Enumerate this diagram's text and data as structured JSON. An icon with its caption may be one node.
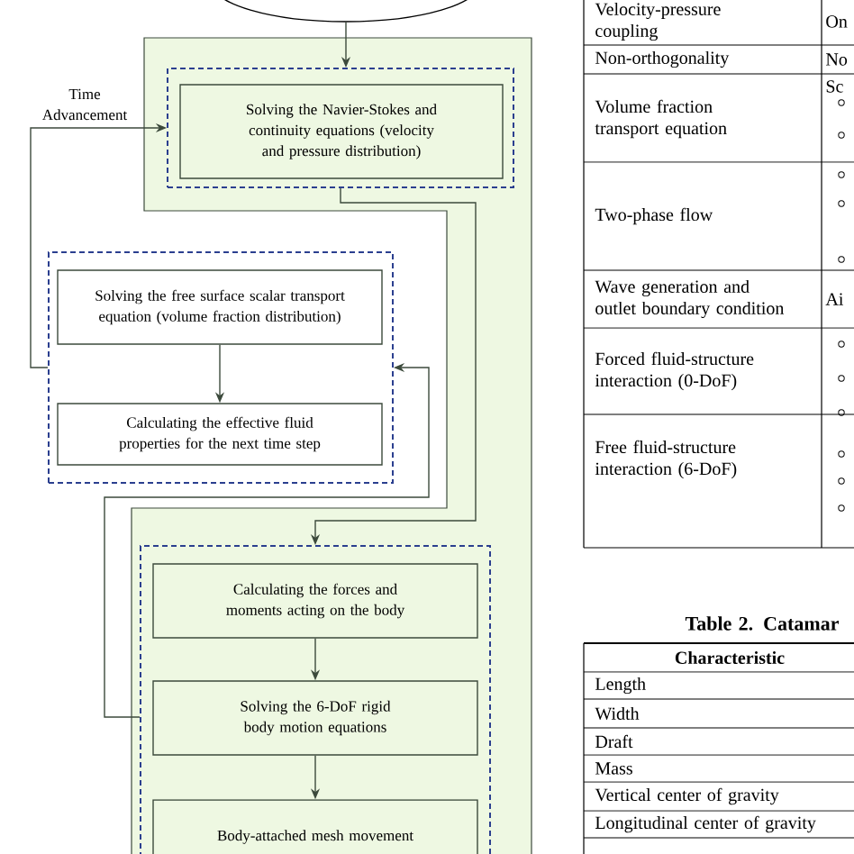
{
  "diagram": {
    "nodes": [
      {
        "text": [],
        "shape": "ellipse"
      },
      {
        "text": [],
        "shape": "box"
      },
      {
        "text": [
          "Solving the Navier-Stokes and continuity equations (velocity and pressure distribution)"
        ],
        "in": 1
      },
      {
        "text": [],
        "shape": "box"
      },
      {
        "text": [
          "Solving the free surface scalar transport equation (volume fraction distribution)"
        ],
        "in": 3
      },
      {
        "text": [
          "Calculating the effective fluid properties for the next time step"
        ],
        "in": 3
      },
      {
        "text": [],
        "shape": "box"
      },
      {
        "text": [
          "Calculating the forces and moments acting on the body"
        ],
        "in": 6
      },
      {
        "text": [
          "Solving the 6-DoF rigid body motion equations"
        ],
        "in": 6
      },
      {
        "text": [
          "Body-attached mesh movement"
        ],
        "in": 6
      }
    ],
    "edges": [
      {
        "from": 0,
        "to": 1,
        "arrow": "to"
      },
      {
        "from": 1,
        "to": 6,
        "arrow": "to"
      },
      {
        "from": 6,
        "to": 3,
        "arrow": "to"
      },
      {
        "from": 3,
        "to": 1,
        "arrow": "to",
        "label": "Time Advancement"
      },
      {
        "from": 4,
        "to": 5,
        "arrow": "to"
      },
      {
        "from": 7,
        "to": 8,
        "arrow": "to"
      },
      {
        "from": 8,
        "to": 9,
        "arrow": "to"
      }
    ],
    "labels": [
      "Velocity-pressure coupling",
      "On",
      "Non-orthogonality",
      "No",
      "Volume fraction transport equation",
      "Sc",
      "Two-phase flow",
      "Wave generation and outlet boundary condition",
      "Ai",
      "Forced fluid-structure interaction (0-DoF)",
      "Free fluid-structure interaction (6-DoF)",
      "Table 2.  Catamar",
      "Characteristic",
      "Length",
      "Width",
      "Draft",
      "Mass",
      "Vertical center of gravity",
      "Longitudinal center of gravity"
    ]
  }
}
